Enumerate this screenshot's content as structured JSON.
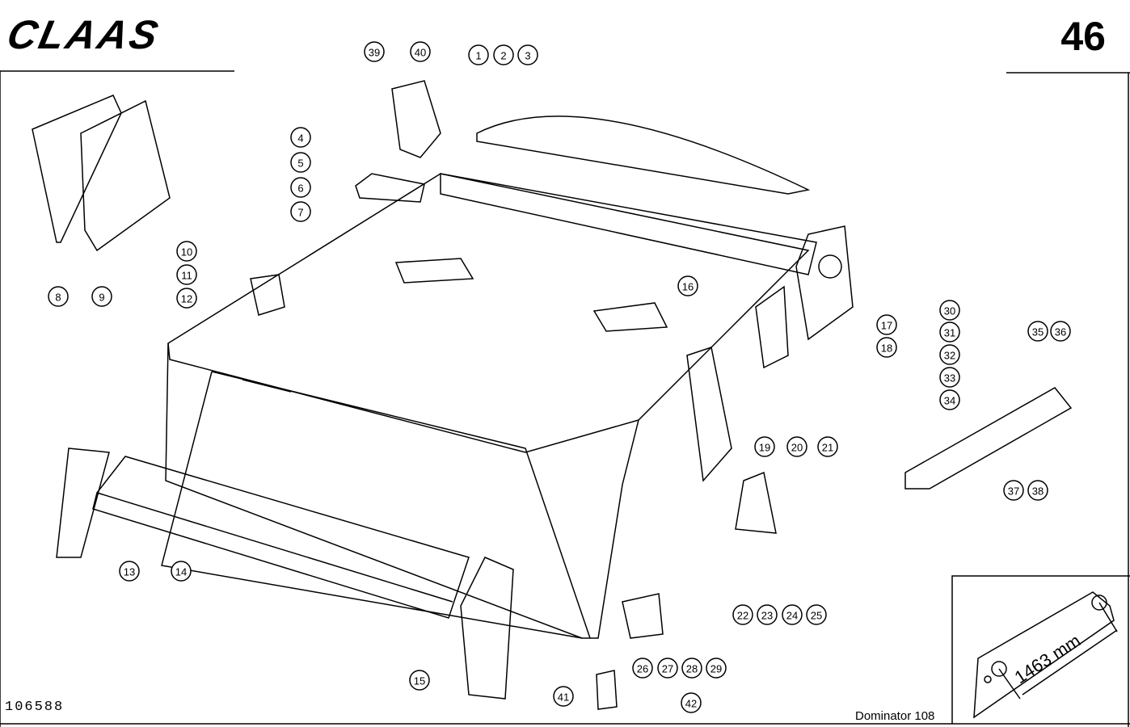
{
  "header": {
    "brand": "CLAAS",
    "page_number": "46"
  },
  "footer": {
    "drawing_number": "106588",
    "model": "Dominator 108"
  },
  "inset": {
    "dimension": "1463 mm"
  },
  "callouts": [
    "1",
    "2",
    "3",
    "4",
    "5",
    "6",
    "7",
    "8",
    "9",
    "10",
    "11",
    "12",
    "13",
    "14",
    "15",
    "16",
    "17",
    "18",
    "19",
    "20",
    "21",
    "22",
    "23",
    "24",
    "25",
    "26",
    "27",
    "28",
    "29",
    "30",
    "31",
    "32",
    "33",
    "34",
    "35",
    "36",
    "37",
    "38",
    "39",
    "40",
    "41",
    "42"
  ]
}
